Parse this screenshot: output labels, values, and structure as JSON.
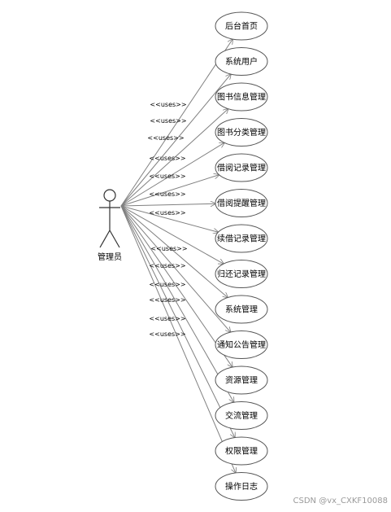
{
  "actor": {
    "label": "管理员"
  },
  "relation_label": "<<uses>>",
  "use_cases": [
    "后台首页",
    "系统用户",
    "图书信息管理",
    "图书分类管理",
    "借阅记录管理",
    "借阅提醒管理",
    "续借记录管理",
    "归还记录管理",
    "系统管理",
    "通知公告管理",
    "资源管理",
    "交流管理",
    "权限管理",
    "操作日志"
  ],
  "watermark": "CSDN @vx_CXKF10088",
  "colors": {
    "line": "#808080",
    "stroke": "#555555"
  }
}
